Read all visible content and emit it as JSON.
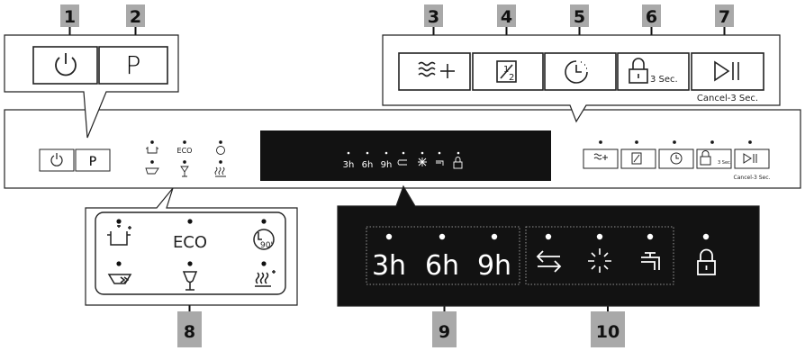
{
  "callouts": [
    "1",
    "2",
    "3",
    "4",
    "5",
    "6",
    "7",
    "8",
    "9",
    "10"
  ],
  "buttons": {
    "power": {
      "icon": "power-icon"
    },
    "program": {
      "label": "P"
    },
    "extra_rinse": {
      "icon": "extra-rinse-icon"
    },
    "half_load": {
      "icon": "half-load-icon"
    },
    "delay_start": {
      "icon": "delay-timer-icon"
    },
    "child_lock": {
      "icon": "child-lock-icon",
      "label": "3 Sec."
    },
    "start_pause": {
      "icon": "start-pause-icon",
      "note": "Cancel-3 Sec."
    }
  },
  "program_indicators": [
    {
      "icon": "pots-pans-icon"
    },
    {
      "label": "ECO"
    },
    {
      "icon": "quick-90-icon",
      "label": "90'"
    },
    {
      "icon": "glass-icon"
    },
    {
      "icon": "prewash-icon"
    },
    {
      "icon": "steam-sanitize-icon"
    }
  ],
  "display": {
    "delay_options": [
      "3h",
      "6h",
      "9h"
    ],
    "status_icons": [
      "rinse-cycle-icon",
      "rinse-aid-icon",
      "water-supply-icon",
      "lock-icon"
    ]
  },
  "colors": {
    "callout_bg": "#a9a9a9",
    "display_bg": "#121212",
    "panel_border": "#222222",
    "display_text": "#ffffff"
  }
}
